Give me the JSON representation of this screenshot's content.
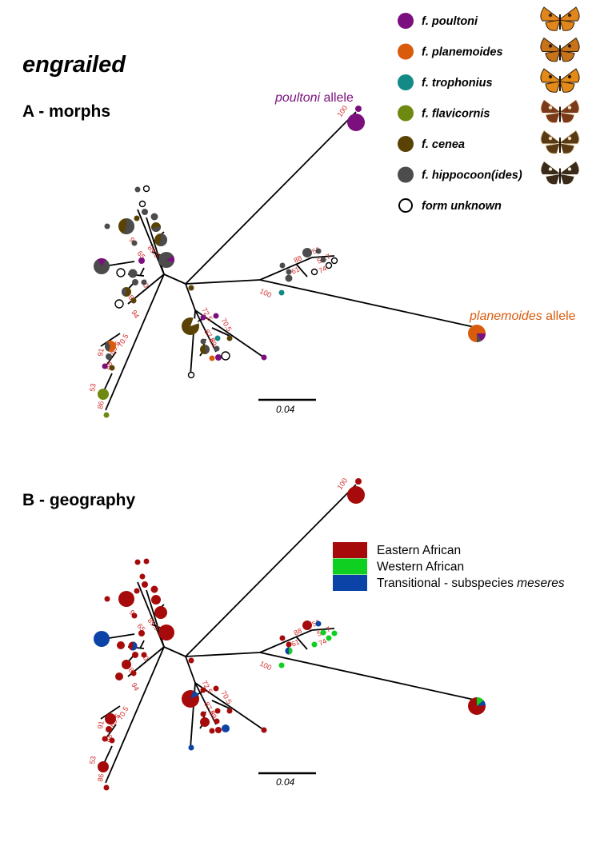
{
  "title": "engrailed",
  "panels": {
    "a": {
      "title": "A - morphs"
    },
    "b": {
      "title": "B - geography"
    }
  },
  "alleles": {
    "poultoni": {
      "italic": "poultoni",
      "rest": " allele"
    },
    "planemoides": {
      "italic": "planemoides",
      "rest": " allele"
    }
  },
  "scale_bar": "0.04",
  "morph_legend": [
    {
      "label": "f. poultoni",
      "color": "#7b0f7e",
      "icon": "butterfly-poultoni-icon"
    },
    {
      "label": "f. planemoides",
      "color": "#d95b0c",
      "icon": "butterfly-planemoides-icon"
    },
    {
      "label": "f. trophonius",
      "color": "#138a86",
      "icon": "butterfly-trophonius-icon"
    },
    {
      "label": "f. flavicornis",
      "color": "#6e8910",
      "icon": "butterfly-flavicornis-icon"
    },
    {
      "label": "f. cenea",
      "color": "#5a4204",
      "icon": "butterfly-cenea-icon"
    },
    {
      "label": "f. hippocoon(ides)",
      "color": "#4c4c4c",
      "icon": "butterfly-hippocoon-icon"
    },
    {
      "label": "form unknown",
      "color": "#ffffff",
      "icon": ""
    }
  ],
  "geo_legend": [
    {
      "label": "Eastern African",
      "color": "#a60a0a"
    },
    {
      "label": "Western African",
      "color": "#0fcf20"
    },
    {
      "label_plain": "Transitional - subspecies ",
      "label_italic": "meseres",
      "color": "#0b43a6"
    }
  ],
  "bootstrap": [
    "100",
    "88",
    "51",
    "51.7",
    "61",
    "74",
    "100",
    "72.5",
    "70.5",
    "87.5",
    "89.5",
    "91",
    "65",
    "89.5",
    "86",
    "94",
    "50",
    "70.5",
    "69.5",
    "91",
    "88",
    "53",
    "86"
  ],
  "colors": {
    "poultoni": "#7b0f7e",
    "planemoides": "#d95b0c",
    "trophonius": "#138a86",
    "flavicornis": "#6e8910",
    "cenea": "#5a4204",
    "hippocoon": "#4c4c4c",
    "unknown": "#ffffff",
    "eastern": "#a60a0a",
    "western": "#0fcf20",
    "transitional": "#0b43a6",
    "bootstrap": "#d42a2a"
  }
}
